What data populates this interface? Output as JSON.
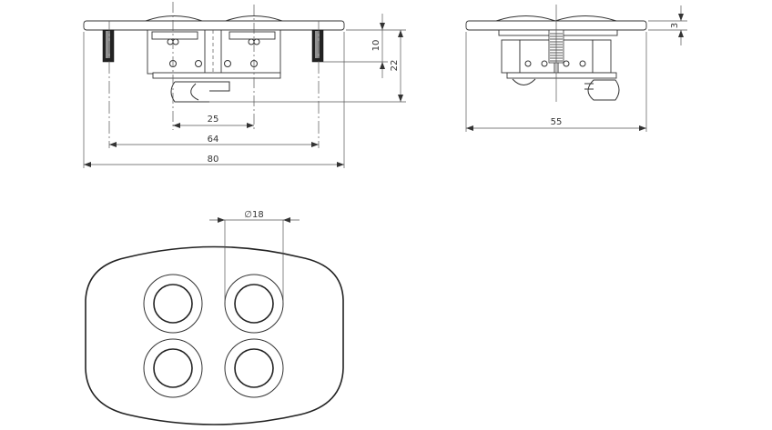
{
  "drawing": {
    "front_view": {
      "dims": {
        "pin_spacing": "25",
        "screw_spacing": "64",
        "overall_width": "80",
        "screw_depth": "10",
        "overall_depth": "22"
      }
    },
    "side_view": {
      "dims": {
        "overall_height": "55",
        "plate_thickness": "3"
      }
    },
    "top_view": {
      "dims": {
        "socket_diameter": "∅18"
      },
      "socket_count": 4
    },
    "colors": {
      "line": "#333333",
      "background": "#ffffff"
    }
  }
}
